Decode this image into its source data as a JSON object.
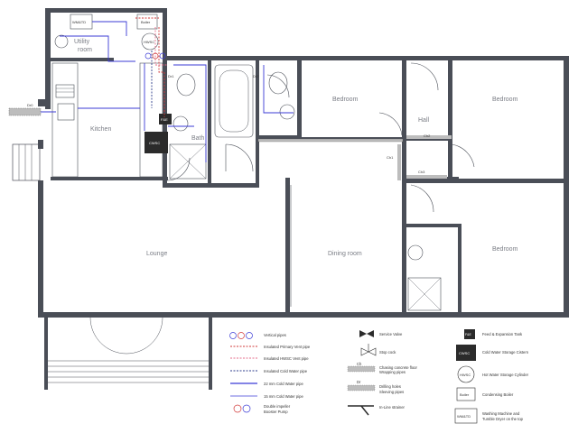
{
  "rooms": {
    "utility": "Utility room",
    "kitchen": "Kitchen",
    "bath": "Bath",
    "bedroom_1": "Bedroom",
    "bedroom_2": "Bedroom",
    "bedroom_3": "Bedroom",
    "hall": "Hall",
    "lounge": "Lounge",
    "dining": "Dining room"
  },
  "fixtures": {
    "wmtd": "WM&TD",
    "boiler": "Boiler",
    "hwsc": "HWSC",
    "fe": "F&E",
    "cwsc": "CWSC",
    "vertical": "V"
  },
  "markers": {
    "dr0": "Dr0",
    "dr1": "Dr1",
    "dr2": "Dr2",
    "ch1": "Ch1",
    "ch2": "Ch2",
    "ch3": "Ch3"
  },
  "legend": {
    "vertical_pipes": "Vertical pipes",
    "ins_primary_vent": "Insulated Primary Vent pipe",
    "ins_hwsc_vent": "Insulated HWSC Vent pipe",
    "ins_cold_water": "Insulated Cold Water pipe",
    "cold_22": "22 mm Cold Water pipe",
    "cold_15": "15 mm Cold Water pipe",
    "pump_1": "Double impeller",
    "pump_2": "Booster Pump",
    "service_valve": "Service Valve",
    "stop_cock": "Stop cock",
    "ch_label": "Ch",
    "chasing_1": "Chasing concrete floor",
    "chasing_2": "Wrapping pipes",
    "dr_label": "Dr",
    "drilling_1": "Drilling holes",
    "drilling_2": "Sleeving pipes",
    "strainer": "In-Line strainer",
    "fe_tank": "Feed & Expansion Tank",
    "cwsc_cistern": "Cold Water Storage Cistern",
    "hwsc_cyl": "Hot Water Storage Cylinder",
    "cond_boiler": "Condensing Boiler",
    "wm_1": "Washing Machine and",
    "wm_2": "Tumble Dryer on the top"
  },
  "colors": {
    "wall": "#4a4e57",
    "cold_pipe": "#3b3bd6",
    "primary_vent": "#d23a3a",
    "hwsc_vent": "#e46d8a",
    "cold_vent": "#2e3d8c"
  }
}
